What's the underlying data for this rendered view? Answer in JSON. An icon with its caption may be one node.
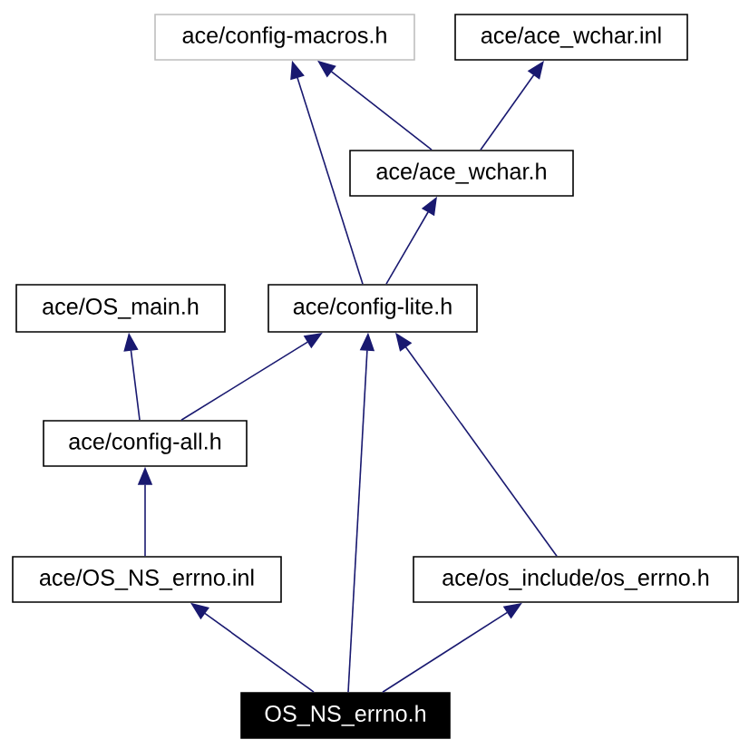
{
  "diagram": {
    "nodes": [
      {
        "text": [
          "ace/config-macros.h"
        ]
      },
      {
        "text": [
          "ace/ace_wchar.inl"
        ]
      },
      {
        "text": [
          "ace/ace_wchar.h"
        ]
      },
      {
        "text": [
          "ace/OS_main.h"
        ]
      },
      {
        "text": [
          "ace/config-lite.h"
        ]
      },
      {
        "text": [
          "ace/config-all.h"
        ]
      },
      {
        "text": [
          "ace/OS_NS_errno.inl"
        ]
      },
      {
        "text": [
          "ace/os_include/os_errno.h"
        ]
      },
      {
        "text": [
          "OS_NS_errno.h"
        ]
      }
    ],
    "edges": [
      {
        "from": 8,
        "to": 6,
        "arrow": "to"
      },
      {
        "from": 8,
        "to": 4,
        "arrow": "to"
      },
      {
        "from": 8,
        "to": 7,
        "arrow": "to"
      },
      {
        "from": 6,
        "to": 5,
        "arrow": "to"
      },
      {
        "from": 7,
        "to": 4,
        "arrow": "to"
      },
      {
        "from": 5,
        "to": 3,
        "arrow": "to"
      },
      {
        "from": 5,
        "to": 4,
        "arrow": "to"
      },
      {
        "from": 4,
        "to": 0,
        "arrow": "to"
      },
      {
        "from": 4,
        "to": 2,
        "arrow": "to"
      },
      {
        "from": 2,
        "to": 0,
        "arrow": "to"
      },
      {
        "from": 2,
        "to": 1,
        "arrow": "to"
      }
    ]
  }
}
